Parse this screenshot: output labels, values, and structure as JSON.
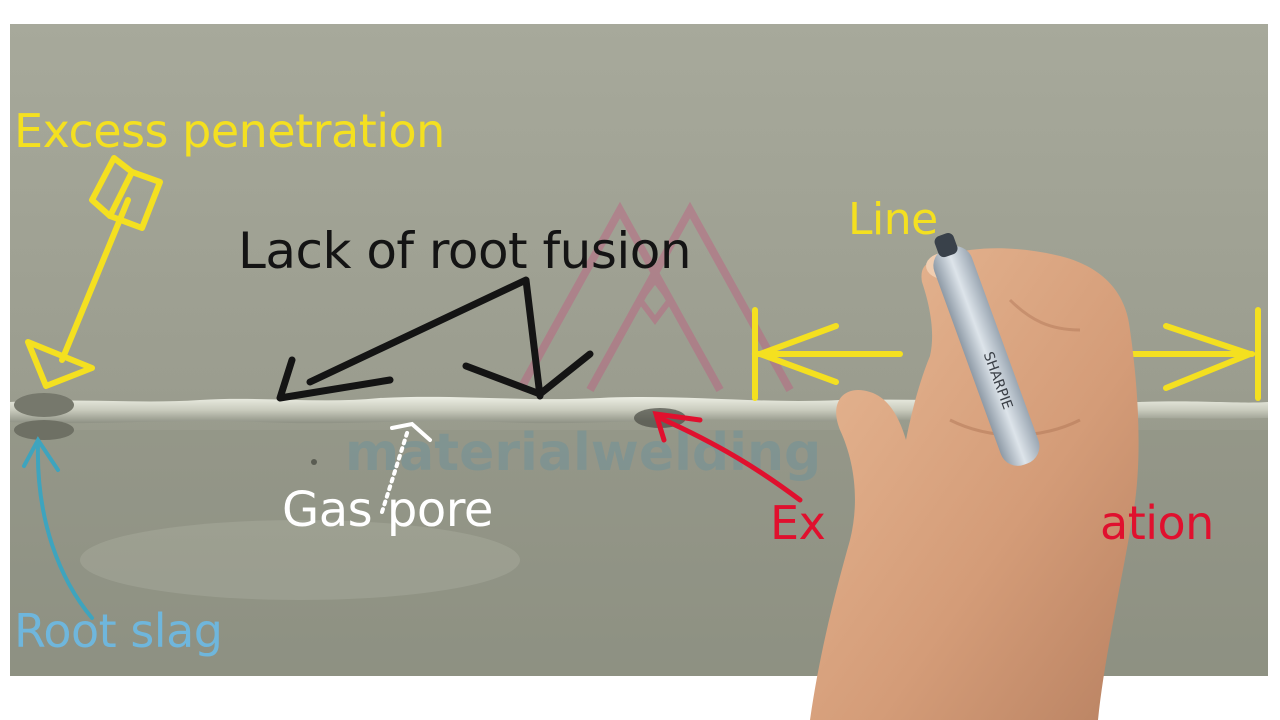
{
  "labels": {
    "excess_penetration": "Excess penetration",
    "lack_of_root_fusion": "Lack of root fusion",
    "line": "Line",
    "gas_pore": "Gas pore",
    "root_slag": "Root slag",
    "excess_penetration_red_left": "Ex",
    "excess_penetration_red_right": "ation"
  },
  "watermark": "materialwelding",
  "colors": {
    "plate": "#9a9c8e",
    "yellow_annotation": "#f4e020",
    "black_annotation": "#141414",
    "red_annotation": "#e0102e",
    "blue_annotation": "#6fb6dc",
    "white_annotation": "#ffffff",
    "weld_bead": "#d6d8cc",
    "skin": "#d9a37f"
  },
  "icons": [
    "marker-pen-icon",
    "watermark-logo-icon",
    "arrow-icon"
  ]
}
